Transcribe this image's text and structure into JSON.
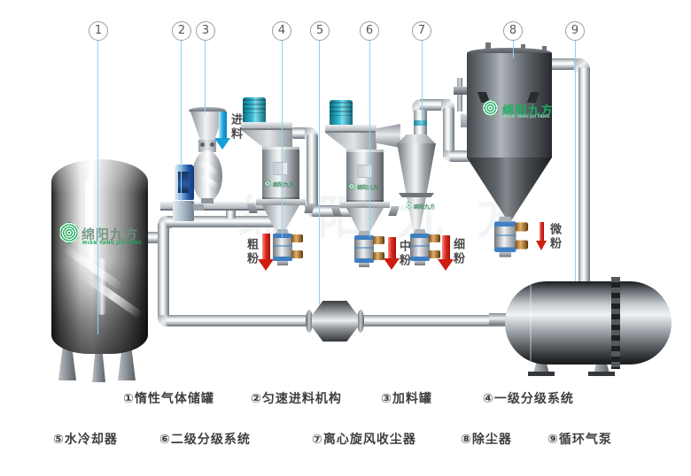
{
  "brand": {
    "logo_text": "绵阳九方",
    "logo_subtext": "MIAN YANG JIU FANG",
    "green": "#18a85a"
  },
  "colors": {
    "leader_line": "#8fd4f0",
    "red_arrow": "#e02a20",
    "blue_arrow": "#1ba7e0",
    "motor_teal": "#35bdd5"
  },
  "callouts": [
    "1",
    "2",
    "3",
    "4",
    "5",
    "6",
    "7",
    "8",
    "9"
  ],
  "flow_labels": {
    "feed": "进料",
    "coarse": "粗粉",
    "medium": "中粉",
    "fine": "细粉",
    "ultrafine": "微粉"
  },
  "legend": {
    "row1": [
      "①惰性气体储罐",
      "②匀速进料机构",
      "③加料罐",
      "④一级分级系统"
    ],
    "row2": [
      "⑤水冷却器",
      "⑥二级分级系统",
      "⑦离心旋风收尘器",
      "⑧除尘器",
      "⑨循环气泵"
    ]
  }
}
